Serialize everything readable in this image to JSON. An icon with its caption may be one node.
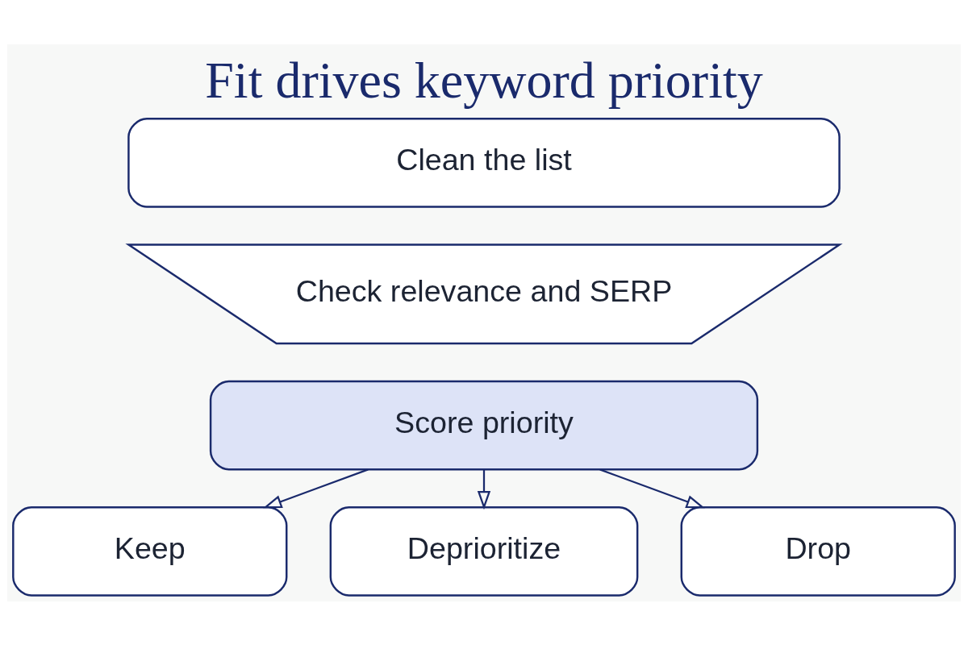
{
  "diagram": {
    "title": "Fit drives keyword priority",
    "nodes": [
      {
        "text": [
          "Clean the list"
        ]
      },
      {
        "text": [
          "Check relevance and SERP"
        ]
      },
      {
        "text": [
          "Score priority"
        ]
      },
      {
        "text": [
          "Keep"
        ]
      },
      {
        "text": [
          "Deprioritize"
        ]
      },
      {
        "text": [
          "Drop"
        ]
      }
    ],
    "edges": [
      {
        "from": 2,
        "to": 3,
        "arrow": "to"
      },
      {
        "from": 2,
        "to": 4,
        "arrow": "to"
      },
      {
        "from": 2,
        "to": 5,
        "arrow": "to"
      }
    ]
  }
}
